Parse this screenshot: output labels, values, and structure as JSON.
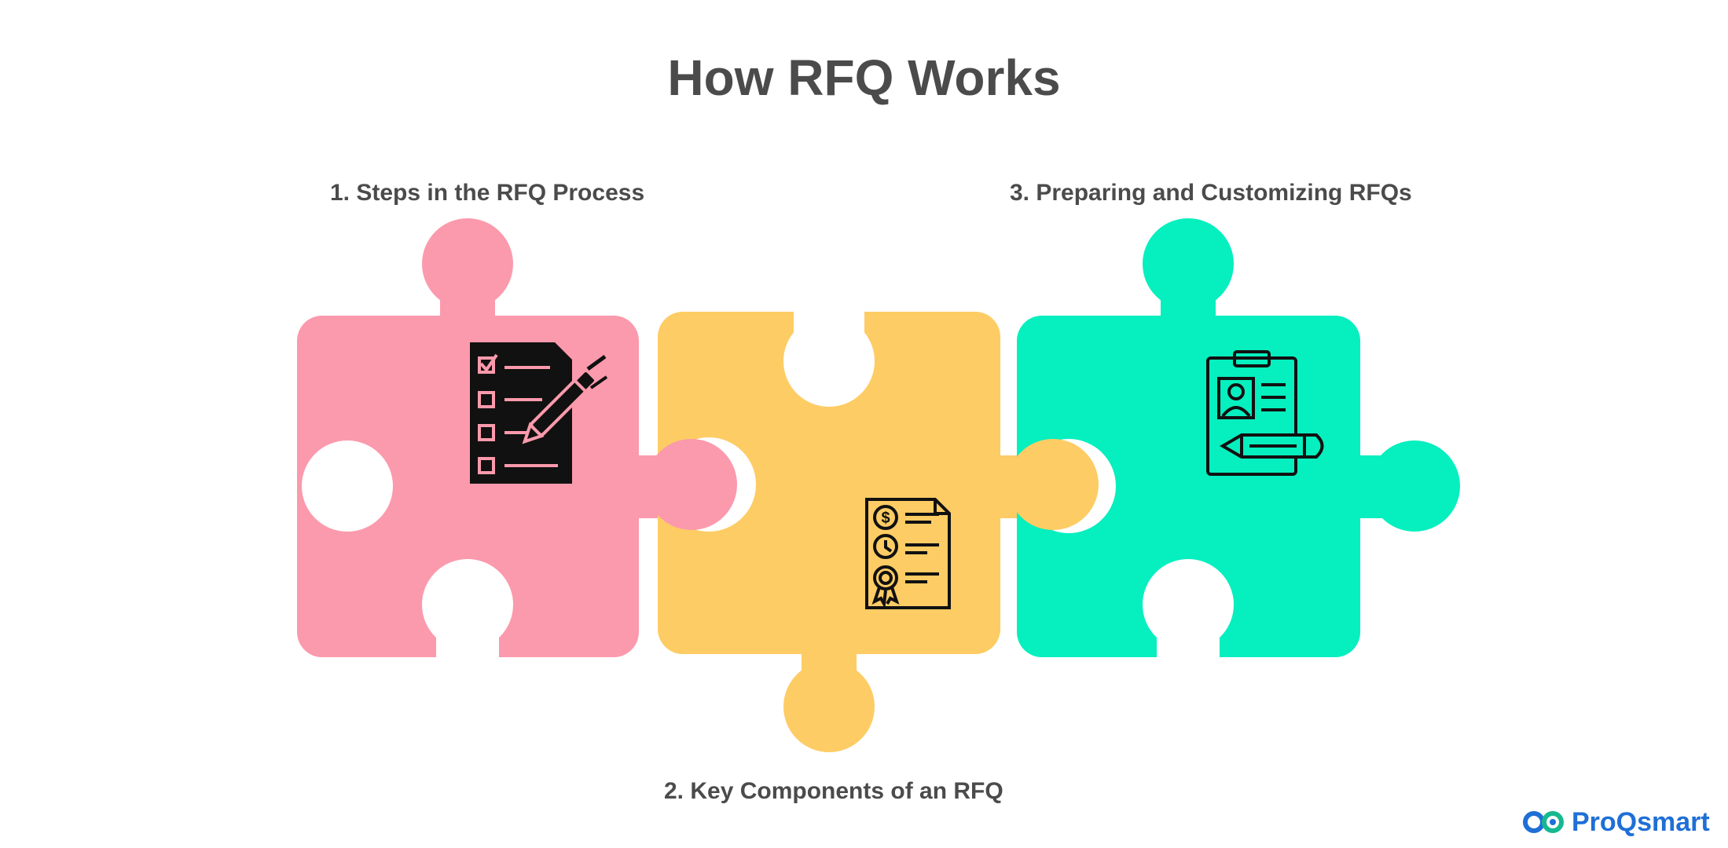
{
  "title": "How RFQ Works",
  "steps": [
    {
      "label": "1. Steps in the RFQ Process",
      "color": "#fb9aac",
      "icon": "checklist-pen-icon"
    },
    {
      "label": "2. Key Components of an RFQ",
      "color": "#fdcc64",
      "icon": "quote-document-icon"
    },
    {
      "label": "3. Preparing and Customizing RFQs",
      "color": "#06efbf",
      "icon": "clipboard-profile-pencil-icon"
    }
  ],
  "brand": {
    "name": "ProQsmart",
    "color": "#1f6fd6",
    "accent": "#17b890"
  }
}
